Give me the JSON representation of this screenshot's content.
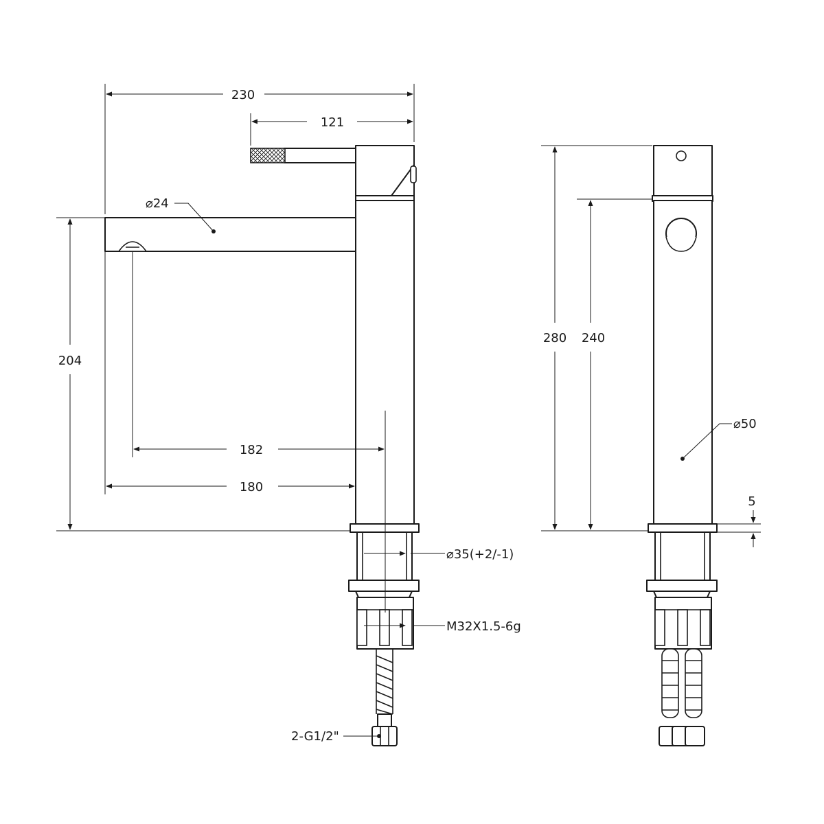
{
  "colors": {
    "line": "#1a1a1a",
    "background": "#ffffff"
  },
  "dimensions": {
    "overall_width": "230",
    "handle_length": "121",
    "spout_diameter": "⌀24",
    "height_to_spout": "204",
    "total_height": "280",
    "body_height": "240",
    "body_diameter": "⌀50",
    "spout_reach": "182",
    "body_offset": "180",
    "base_thickness": "5",
    "mount_hole": "⌀35(+2/-1)",
    "thread": "M32X1.5-6g",
    "hose_connection": "2-G1/2\""
  }
}
